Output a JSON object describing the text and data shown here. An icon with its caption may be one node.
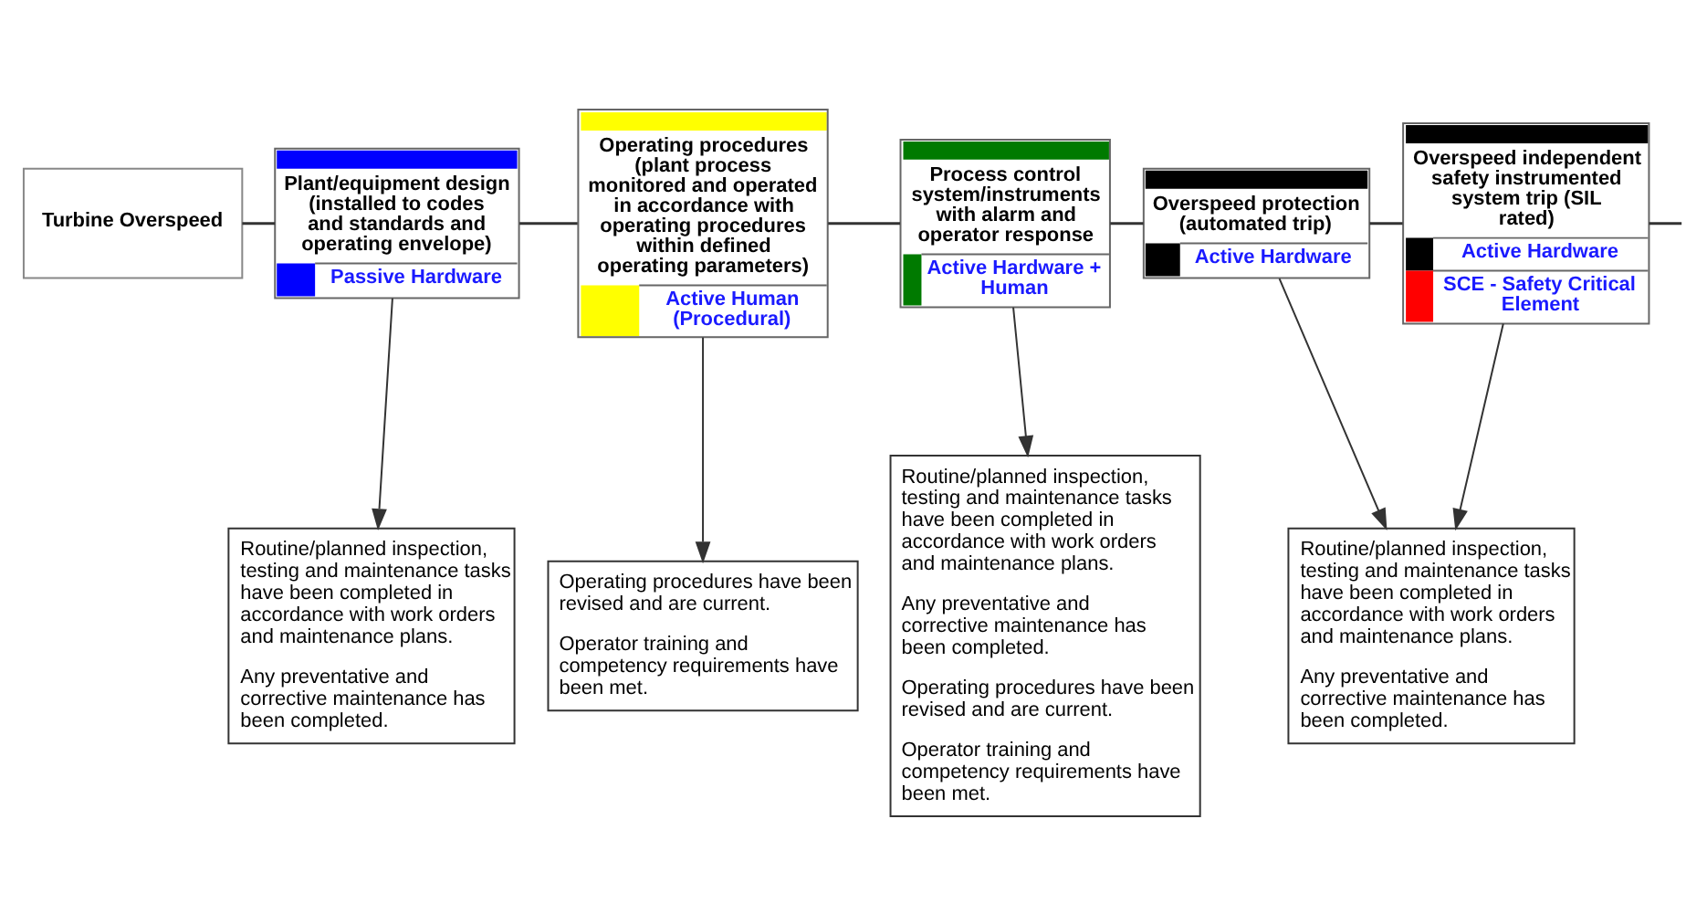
{
  "diagram": {
    "nodes": [
      {
        "text": [
          "Turbine Overspeed"
        ]
      },
      {
        "text": [
          "Plant/equipment design (installed to codes and standards and operating envelope)",
          "Passive Hardware"
        ]
      },
      {
        "text": [
          "Operating procedures (plant process monitored and operated in accordance with operating procedures within defined operating parameters)",
          "Active Human (Procedural)"
        ]
      },
      {
        "text": [
          "Process control system/instruments with alarm and operator response",
          "Active Hardware + Human"
        ]
      },
      {
        "text": [
          "Overspeed protection (automated trip)",
          "Active Hardware"
        ]
      },
      {
        "text": [
          "Overspeed independent safety instrumented system trip (SIL rated)",
          "Active Hardware",
          "SCE - Safety Critical Element"
        ]
      },
      {
        "text": [
          "Routine/planned inspection, testing and maintenance tasks have been completed in accordance with work orders and maintenance plans.",
          "Any preventative and corrective maintenance has been completed."
        ]
      },
      {
        "text": [
          "Operating procedures have been revised and are current.",
          "Operator training and competency requirements have been met."
        ]
      },
      {
        "text": [
          "Routine/planned inspection, testing and maintenance tasks have been completed in accordance with work orders and maintenance plans.",
          "Any preventative and corrective maintenance has been completed.",
          "Operating procedures have been revised and are current.",
          "Operator training and competency requirements have been met."
        ]
      },
      {
        "text": [
          "Routine/planned inspection, testing and maintenance tasks have been completed in accordance with work orders and maintenance plans.",
          "Any preventative and corrective maintenance has been completed."
        ]
      }
    ],
    "edges": [
      {
        "from": 0,
        "to": 1,
        "arrow": "none"
      },
      {
        "from": 1,
        "to": 2,
        "arrow": "none"
      },
      {
        "from": 2,
        "to": 3,
        "arrow": "none"
      },
      {
        "from": 3,
        "to": 4,
        "arrow": "none"
      },
      {
        "from": 4,
        "to": 5,
        "arrow": "none"
      },
      {
        "from": 5,
        "to": null,
        "arrow": "none"
      },
      {
        "from": 1,
        "to": 6,
        "arrow": "to"
      },
      {
        "from": 2,
        "to": 7,
        "arrow": "to"
      },
      {
        "from": 3,
        "to": 8,
        "arrow": "to"
      },
      {
        "from": 4,
        "to": 9,
        "arrow": "to"
      },
      {
        "from": 5,
        "to": 9,
        "arrow": "to"
      }
    ]
  }
}
